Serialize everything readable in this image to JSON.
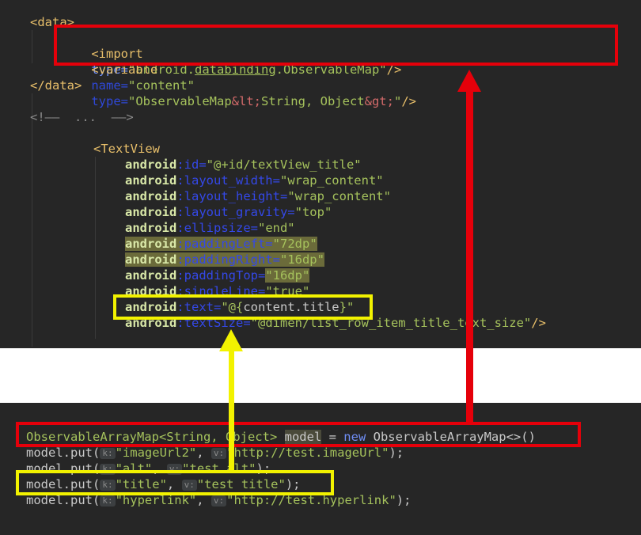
{
  "code_top": {
    "data_open": "<data>",
    "import_line": {
      "open": "<import",
      "attr": "type",
      "eq": "=",
      "value_a": "\"android.",
      "value_b": "databinding",
      "value_c": ".ObservableMap\"",
      "close": "/>"
    },
    "variable_line": {
      "open": "<variable",
      "name_attr": "name",
      "eq": "=",
      "name_value": "\"content\"",
      "type_attr": "type",
      "type_value_a": "\"ObservableMap",
      "type_value_b": "&lt;",
      "type_value_c": "String, Object",
      "type_value_d": "&gt;",
      "type_value_e": "\"",
      "close": "/>"
    },
    "data_close": "</data>",
    "folded_comment": "<!——  ...  ——>",
    "textview_open": "<TextView",
    "attrs": [
      {
        "ns": "android",
        "name": ":id=",
        "value": "\"@+id/textView_title\""
      },
      {
        "ns": "android",
        "name": ":layout_width=",
        "value": "\"wrap_content\""
      },
      {
        "ns": "android",
        "name": ":layout_height=",
        "value": "\"wrap_content\""
      },
      {
        "ns": "android",
        "name": ":layout_gravity=",
        "value": "\"top\""
      },
      {
        "ns": "android",
        "name": ":ellipsize=",
        "value": "\"end\""
      },
      {
        "ns": "android",
        "name": ":paddingLeft=",
        "value": "\"72dp\""
      },
      {
        "ns": "android",
        "name": ":paddingRight=",
        "value": "\"16dp\""
      },
      {
        "ns": "android",
        "name": ":paddingTop=",
        "value": "\"16dp\""
      },
      {
        "ns": "android",
        "name": ":singleLine=",
        "value": "\"true\""
      },
      {
        "ns": "android",
        "name": ":text=",
        "value_a": "\"@{",
        "value_b": "content.title",
        "value_c": "}\""
      },
      {
        "ns": "android",
        "name": ":textSize=",
        "value": "\"@dimen/list_row_item_title_text_size\"",
        "close": "/>"
      }
    ]
  },
  "code_bottom": {
    "decl": {
      "type": "ObservableArrayMap<String, Object>",
      "var": "model",
      "eq": " = ",
      "new_kw": "new",
      "ctor": " ObservableArrayMap<>()"
    },
    "puts": [
      {
        "prefix": "model.put(",
        "k_hint": "k:",
        "key": "\"imageUrl2\"",
        "sep": ", ",
        "v_hint": "v:",
        "value": "\"http://test.imageUrl\"",
        "suffix": ");"
      },
      {
        "prefix": "model.put(",
        "k_hint": "k:",
        "key": "\"alt\"",
        "sep": ", ",
        "v_hint": "v:",
        "value": "\"test alt\"",
        "suffix": ");"
      },
      {
        "prefix": "model.put(",
        "k_hint": "k:",
        "key": "\"title\"",
        "sep": ", ",
        "v_hint": "v:",
        "value": "\"test title\"",
        "suffix": ");"
      },
      {
        "prefix": "model.put(",
        "k_hint": "k:",
        "key": "\"hyperlink\"",
        "sep": ", ",
        "v_hint": "v:",
        "value": "\"http://test.hyperlink\"",
        "suffix": ");"
      }
    ]
  },
  "annotation_colors": {
    "red": "#e5000a",
    "yellow": "#f2f200"
  }
}
